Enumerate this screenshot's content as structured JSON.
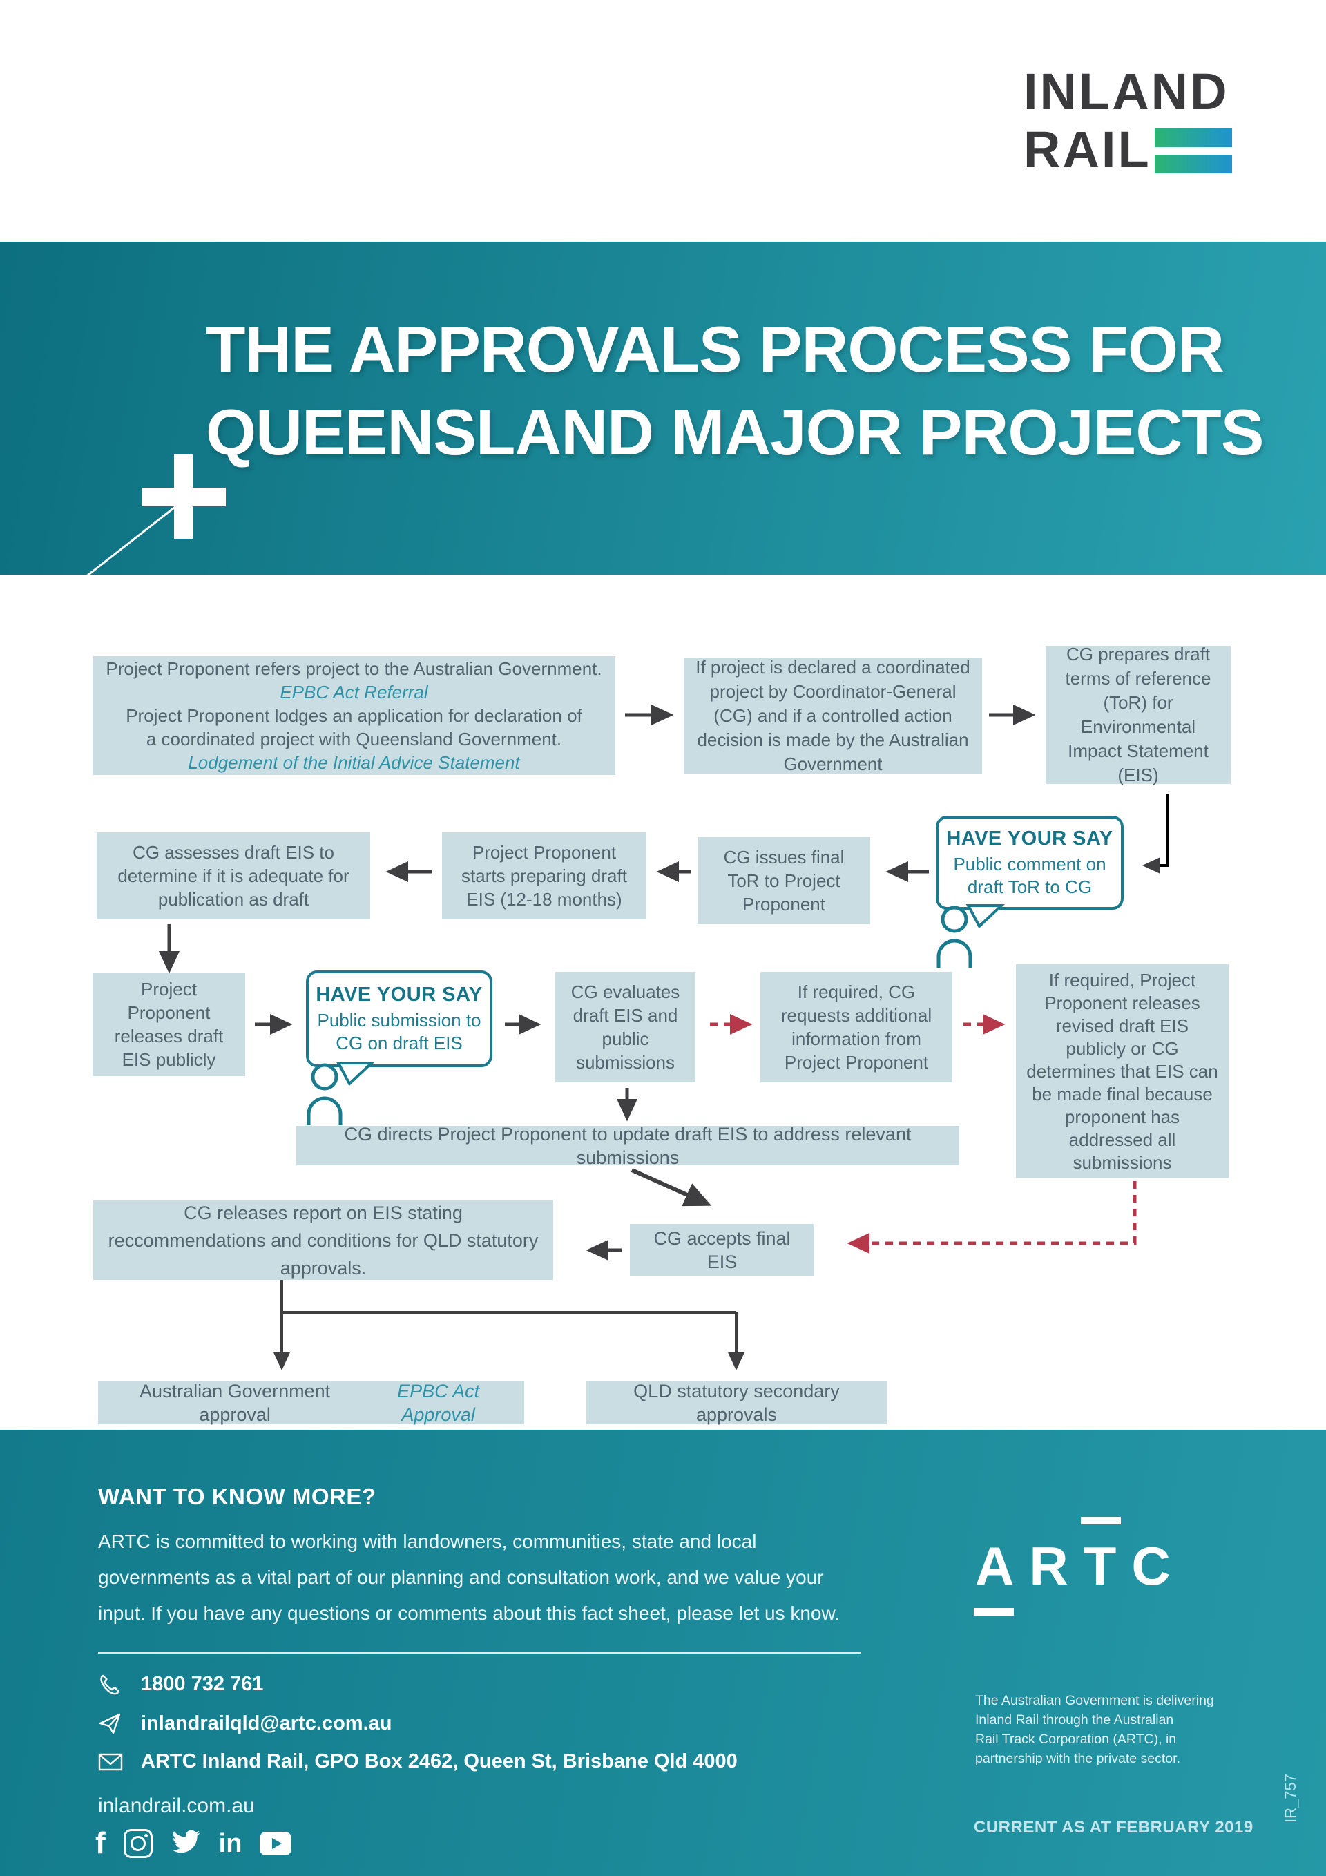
{
  "header": {
    "logo_line1": "INLAND",
    "logo_line2": "RAIL"
  },
  "banner": {
    "title_line1": "THE APPROVALS PROCESS FOR",
    "title_line2": "QUEENSLAND MAJOR PROJECTS"
  },
  "flow": {
    "box_refer": {
      "l1": "Project Proponent refers project to the Australian Government.",
      "l2": "EPBC Act Referral",
      "l3": "Project Proponent lodges an application for declaration of",
      "l4": "a coordinated project with Queensland Government.",
      "l5": "Lodgement of the Initial Advice Statement"
    },
    "box_declared": "If project is declared a coordinated project by Coordinator-General (CG) and if a controlled action decision is made by the Australian Government",
    "box_tor": "CG prepares draft terms of reference (ToR) for Environmental Impact Statement (EIS)",
    "bubble_tor": {
      "title": "HAVE YOUR SAY",
      "body": "Public comment on draft ToR to CG"
    },
    "box_issues": "CG issues final ToR to Project Proponent",
    "box_prepare": "Project Proponent starts preparing draft EIS (12-18 months)",
    "box_assess": "CG assesses draft EIS to determine if it is adequate for publication as draft",
    "box_release_draft": "Project Proponent releases draft EIS publicly",
    "bubble_eis": {
      "title": "HAVE YOUR SAY",
      "body": "Public submission to CG on draft EIS"
    },
    "box_evaluate": "CG evaluates draft EIS and public submissions",
    "box_addinfo": "If required, CG requests additional information from Project Proponent",
    "box_revised": "If required, Project Proponent releases revised draft EIS publicly or CG determines that EIS can be made final because proponent has addressed all submissions",
    "box_directs": "CG directs  Project Proponent to update draft EIS to address relevant submissions",
    "box_report": "CG releases report on EIS stating reccommendations and conditions for QLD statutory approvals.",
    "box_accepts": "CG accepts final EIS",
    "box_aus_prefix": "Australian Government approval ",
    "box_aus_italic": "EPBC Act Approval",
    "box_qld": "QLD statutory secondary approvals"
  },
  "footer": {
    "heading": "WANT TO KNOW MORE?",
    "body_l1": "ARTC is committed to working with landowners, communities, state and local",
    "body_l2": "governments as a vital part of our planning and consultation work, and we value your",
    "body_l3": "input. If you have any questions or comments about this fact sheet, please let us know.",
    "phone": "1800 732 761",
    "email": "inlandrailqld@artc.com.au",
    "address": "ARTC Inland Rail, GPO Box 2462, Queen St, Brisbane Qld 4000",
    "website": "inlandrail.com.au",
    "facebook_label": "f",
    "linkedin_label": "in",
    "artc_a": "A",
    "artc_r": "R",
    "artc_t": "T",
    "artc_c": "C",
    "artc_note_l1": "The Australian Government is delivering",
    "artc_note_l2": "Inland Rail through the Australian",
    "artc_note_l3": "Rail Track Corporation (ARTC), in",
    "artc_note_l4": "partnership with the private sector.",
    "current": "CURRENT AS AT FEBRUARY 2019",
    "doc_code": "IR_757"
  },
  "colors": {
    "teal_banner_dark": "#0d6f7f",
    "teal_banner_light": "#2aa1b0",
    "box_fill": "#c9dde3",
    "box_text": "#54646e",
    "teal_accent": "#2e93a8",
    "bubble_teal": "#1a7b8e",
    "arrow_dark": "#3f3f41",
    "red_dashed": "#b5394a",
    "logo_dark": "#3a3a3c",
    "logo_bar_green": "#2cb573",
    "logo_bar_blue": "#1f93cf"
  }
}
